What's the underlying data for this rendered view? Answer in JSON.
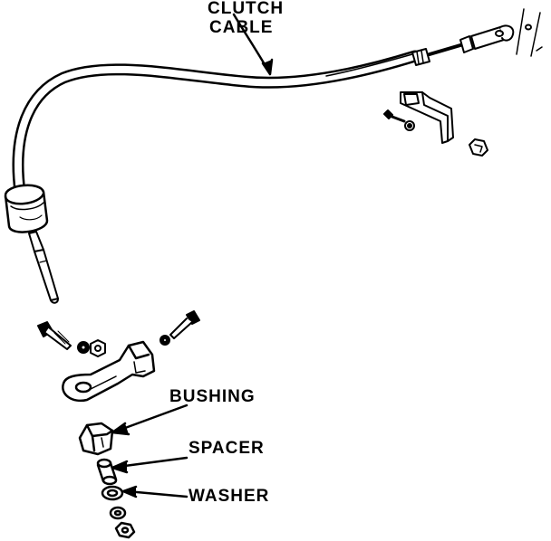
{
  "labels": {
    "clutch_cable_line1": "CLUTCH",
    "clutch_cable_line2": "CABLE",
    "bushing": "BUSHING",
    "spacer": "SPACER",
    "washer": "WASHER"
  },
  "colors": {
    "ink": "#000000",
    "paper": "#ffffff"
  }
}
